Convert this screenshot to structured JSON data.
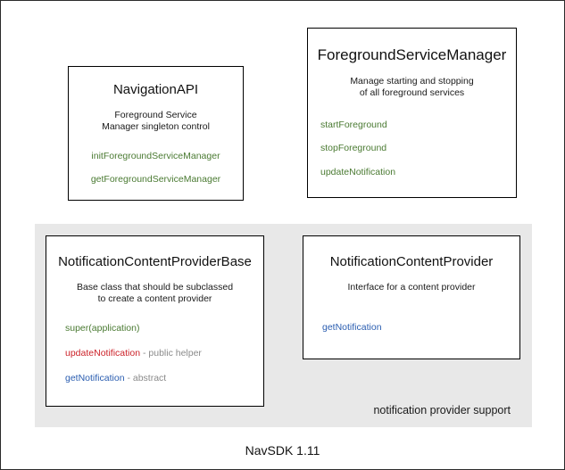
{
  "diagram": {
    "footer_caption": "NavSDK 1.11",
    "group": {
      "label": "notification provider support"
    },
    "colors": {
      "green": "#4a7a32",
      "red": "#cc2229",
      "blue": "#2a5db0",
      "note_gray": "#8a8a8a",
      "group_background": "#e8e8e8",
      "box_border": "#000000",
      "canvas_border": "#2b2b2b"
    },
    "boxes": {
      "navigation_api": {
        "title": "NavigationAPI",
        "description_line1": "Foreground Service",
        "description_line2": "Manager singleton control",
        "members": [
          {
            "name": "initForegroundServiceManager",
            "color": "green",
            "note": ""
          },
          {
            "name": "getForegroundServiceManager",
            "color": "green",
            "note": ""
          }
        ]
      },
      "foreground_service_manager": {
        "title": "ForegroundServiceManager",
        "description_line1": "Manage starting and stopping",
        "description_line2": "of all foreground services",
        "members": [
          {
            "name": "startForeground",
            "color": "green",
            "note": ""
          },
          {
            "name": "stopForeground",
            "color": "green",
            "note": ""
          },
          {
            "name": "updateNotification",
            "color": "green",
            "note": ""
          }
        ]
      },
      "notification_content_provider_base": {
        "title": "NotificationContentProviderBase",
        "description_line1": "Base class that should be subclassed",
        "description_line2": "to create a content provider",
        "members": [
          {
            "name": "super(application)",
            "color": "green",
            "note": ""
          },
          {
            "name": "updateNotification",
            "color": "red",
            "note": " - public helper"
          },
          {
            "name": "getNotification",
            "color": "blue",
            "note": " - abstract"
          }
        ]
      },
      "notification_content_provider": {
        "title": "NotificationContentProvider",
        "description_line1": "Interface for a content provider",
        "description_line2": "",
        "members": [
          {
            "name": "getNotification",
            "color": "blue",
            "note": ""
          }
        ]
      }
    }
  }
}
